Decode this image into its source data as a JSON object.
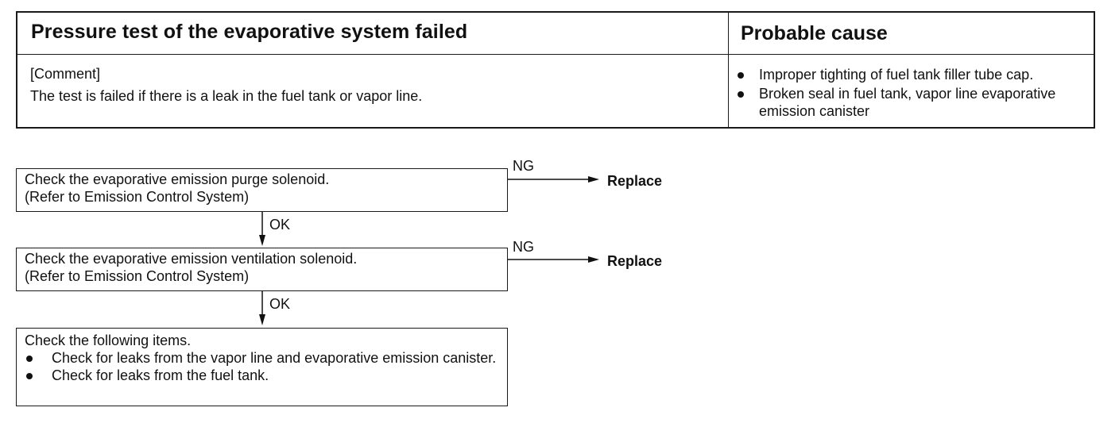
{
  "header": {
    "title": "Pressure test of the evaporative system failed",
    "cause_title": "Probable cause",
    "comment_label": "[Comment]",
    "comment_text": "The test is failed if there is a leak in the fuel tank or vapor line.",
    "causes": [
      "Improper tighting of fuel tank filler tube cap.",
      "Broken seal in fuel tank, vapor line evaporative emission canister"
    ]
  },
  "flow": {
    "step1": {
      "line1": "Check the evaporative emission purge solenoid.",
      "line2": "(Refer to Emission Control System)",
      "ng_label": "NG",
      "ng_action": "Replace",
      "ok_label": "OK"
    },
    "step2": {
      "line1": "Check the evaporative emission ventilation solenoid.",
      "line2": "(Refer to Emission Control System)",
      "ng_label": "NG",
      "ng_action": "Replace",
      "ok_label": "OK"
    },
    "step3": {
      "title": "Check the following items.",
      "items": [
        "Check for leaks from the vapor line and evaporative emission canister.",
        "Check for leaks from the fuel tank."
      ]
    }
  }
}
